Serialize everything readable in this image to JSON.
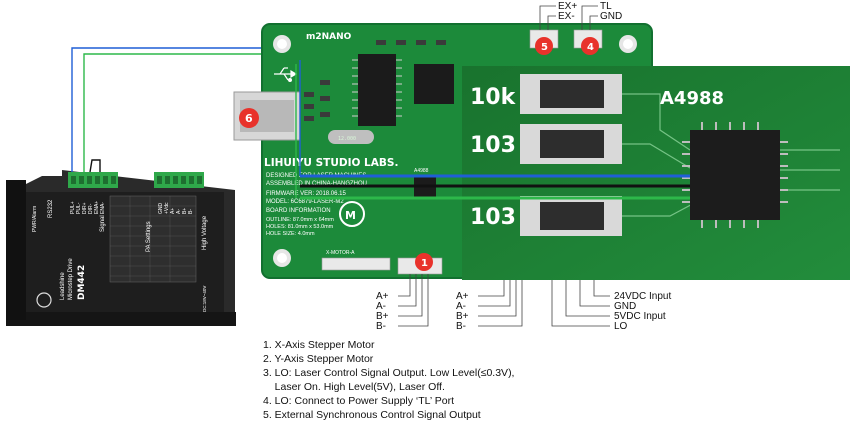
{
  "board": {
    "model": "m2NANO",
    "maker": "LIHUIYU STUDIO LABS.",
    "designed_for": "DESIGNED FOR LASER MACHINES",
    "assembled_in": "ASSEMBLED IN CHINA-HANGZHOU",
    "firmware": "FIRMWARE VER: 2018.06.15",
    "model_line": "MODEL: 6C6879-LASER-M2",
    "board_info": "BOARD INFORMATION",
    "outline": "OUTLINE: 87.0mm x 64mm",
    "holes_dist": "HOLES: 81.0mm x 53.0mm",
    "hole_size": "HOLE SIZE: 4.0mm",
    "ic_label": "A4988",
    "motor_connector": "X-MOTOR-A",
    "crystal": "12.000"
  },
  "zoom": {
    "resistor_top": "10k",
    "resistor_mid": "103",
    "resistor_bot": "103",
    "ic_label": "A4988"
  },
  "driver": {
    "brand": "Leadshine",
    "subtitle": "Microstep Drive",
    "model": "DM442",
    "rs232": "RS232",
    "pwr_alarm": "PWR/Alarm",
    "signal": "Signal",
    "pa_settings": "PA Settings",
    "high_voltage": "High Voltage",
    "pins_signal": [
      "PUL+",
      "PUL-",
      "DIR+",
      "DIR-",
      "ENA+",
      "ENA-"
    ],
    "pins_power": [
      "GND",
      "+Vdc",
      "A+",
      "A-",
      "B+",
      "B-"
    ],
    "dc_range": "DC:18V~40V"
  },
  "callouts": {
    "c1": "1",
    "c4": "4",
    "c5": "5",
    "c6": "6"
  },
  "top_labels": {
    "ex_plus": "EX+",
    "ex_minus": "EX-",
    "tl": "TL",
    "gnd": "GND"
  },
  "pin_labels_left": [
    "A+",
    "A-",
    "B+",
    "B-"
  ],
  "pin_labels_mid": [
    "A+",
    "A-",
    "B+",
    "B-"
  ],
  "pin_labels_right": [
    "24VDC Input",
    "GND",
    "5VDC Input",
    "LO"
  ],
  "notes": [
    "1. X-Axis Stepper Motor",
    "2. Y-Axis Stepper Motor",
    "3. LO: Laser Control Signal Output. Low Level(≤0.3V),",
    "    Laser On. High Level(5V), Laser Off.",
    "4. LO: Connect to Power Supply ‘TL’ Port",
    "5. External Synchronous Control Signal Output"
  ],
  "colors": {
    "pcb": "#1c8a3a",
    "pcb_dark": "#14692c",
    "callout": "#e8322b",
    "wire_blue": "#1f5fd6",
    "wire_green": "#2db84a",
    "wire_black": "#111111"
  }
}
